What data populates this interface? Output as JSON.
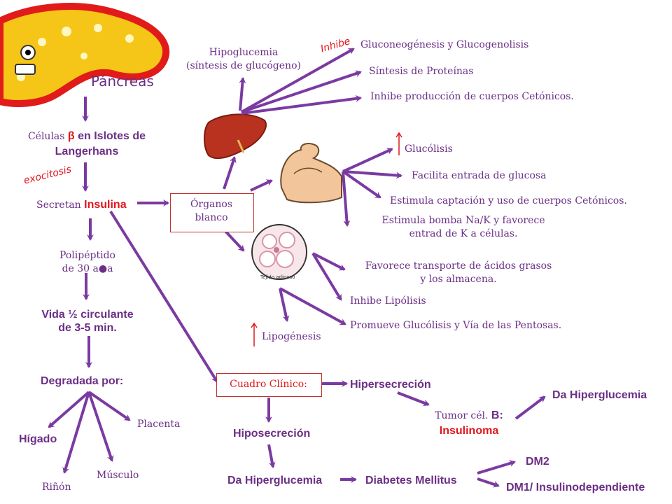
{
  "colors": {
    "text": "#6b2f86",
    "arrow": "#7b3aa1",
    "accent": "#e0161c"
  },
  "left": {
    "pancreas": "Páncreas",
    "beta_prefix": "Células ",
    "beta_symbol": "β",
    "beta_suffix": " en Islotes de",
    "langerhans": "Langerhans",
    "exocitosis": "exocitosis",
    "secretan": "Secretan ",
    "insulina": "Insulina",
    "polipeptido_1": "Polipéptido",
    "polipeptido_2": "de 30 a●a",
    "vida_1": "Vida ½ circulante",
    "vida_2": "de 3-5 min.",
    "degradada": "Degradada por:",
    "higado": "Hígado",
    "rinon": "Riñón",
    "musculo": "Músculo",
    "placenta": "Placenta"
  },
  "organos": {
    "line1": "Órganos",
    "line2": "blanco"
  },
  "liver": {
    "hipoglucemia_1": "Hipoglucemia",
    "hipoglucemia_2": "(síntesis de glucógeno)",
    "inhibe": "Inhibe",
    "effects": [
      "Gluconeogénesis y Glucogenolisis",
      "Síntesis de Proteínas",
      "Inhibe producción de cuerpos Cetónicos."
    ]
  },
  "muscle": {
    "effects": [
      "Glucólisis",
      "Facilita entrada de glucosa",
      "Estimula captación y uso de cuerpos Cetónicos.",
      "Estimula bomba Na/K  y favorece",
      "entrad de K a células."
    ]
  },
  "adipose": {
    "label": "Tejido adiposo",
    "effects": [
      "Favorece transporte de ácidos grasos",
      "y los almacena.",
      "Inhibe Lipólisis",
      "Promueve Glucólisis y Vía de las Pentosas."
    ],
    "lipogenesis": "Lipogénesis"
  },
  "clinico": {
    "title": "Cuadro Clínico:",
    "hiper": "Hipersecreción",
    "tumor_prefix": "Tumor cél. ",
    "tumor_b": "B:",
    "insulinoma": "Insulinoma",
    "da_hiper_top": "Da Hiperglucemia",
    "hipo": "Hiposecreción",
    "da_hiper_bottom": "Da Hiperglucemia",
    "diabetes": "Diabetes Mellitus",
    "dm2": "DM2",
    "dm1": "DM1/ Insulinodependiente"
  }
}
